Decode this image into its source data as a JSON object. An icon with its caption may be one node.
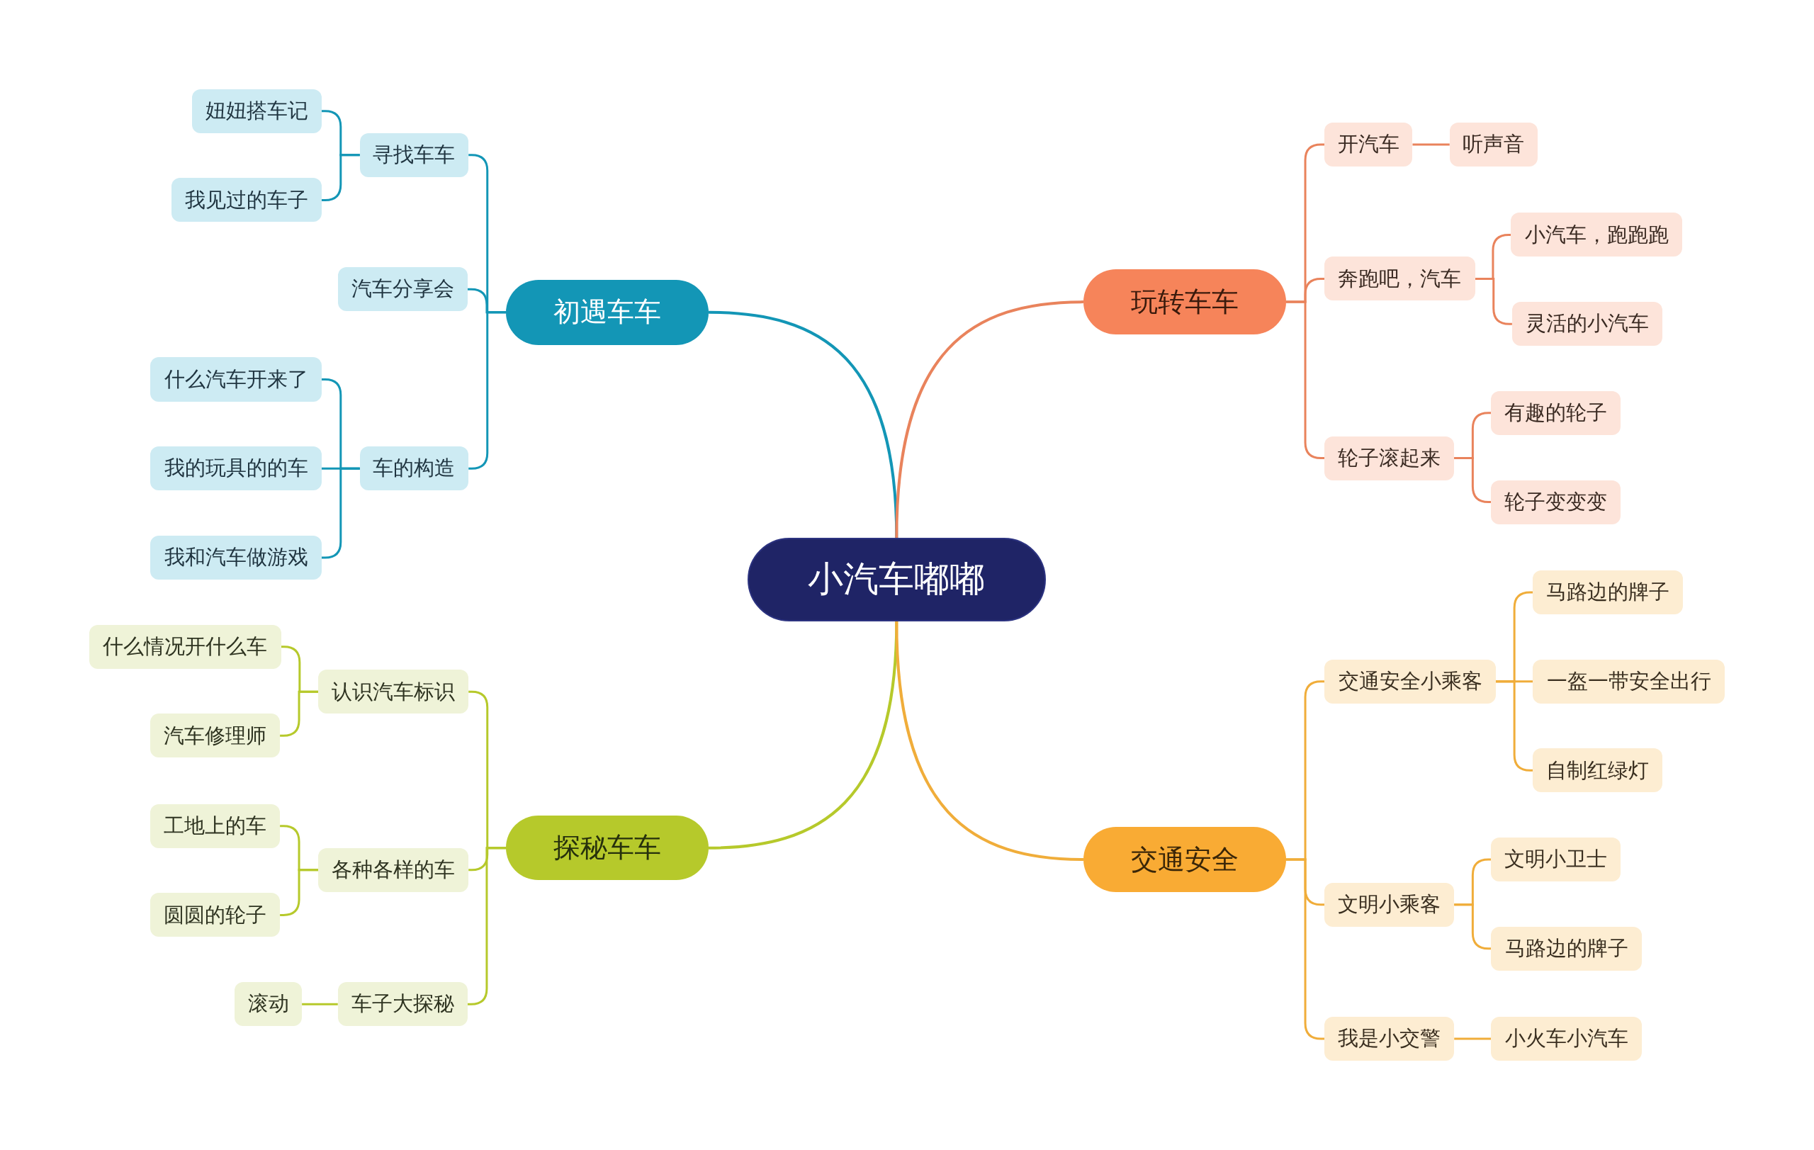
{
  "diagram": {
    "nodes": [
      {
        "text": [
          "小汽车嘟嘟"
        ]
      },
      {
        "text": [
          "初遇车车"
        ]
      },
      {
        "text": [
          "寻找车车"
        ]
      },
      {
        "text": [
          "妞妞搭车记"
        ]
      },
      {
        "text": [
          "我见过的车子"
        ]
      },
      {
        "text": [
          "汽车分享会"
        ]
      },
      {
        "text": [
          "车的构造"
        ]
      },
      {
        "text": [
          "什么汽车开来了"
        ]
      },
      {
        "text": [
          "我的玩具的的车"
        ]
      },
      {
        "text": [
          "我和汽车做游戏"
        ]
      },
      {
        "text": [
          "探秘车车"
        ]
      },
      {
        "text": [
          "认识汽车标识"
        ]
      },
      {
        "text": [
          "什么情况开什么车"
        ]
      },
      {
        "text": [
          "汽车修理师"
        ]
      },
      {
        "text": [
          "各种各样的车"
        ]
      },
      {
        "text": [
          "工地上的车"
        ]
      },
      {
        "text": [
          "圆圆的轮子"
        ]
      },
      {
        "text": [
          "车子大探秘"
        ]
      },
      {
        "text": [
          "滚动"
        ]
      },
      {
        "text": [
          "玩转车车"
        ]
      },
      {
        "text": [
          "开汽车"
        ]
      },
      {
        "text": [
          "听声音"
        ]
      },
      {
        "text": [
          "奔跑吧，汽车"
        ]
      },
      {
        "text": [
          "小汽车，跑跑跑"
        ]
      },
      {
        "text": [
          "灵活的小汽车"
        ]
      },
      {
        "text": [
          "轮子滚起来"
        ]
      },
      {
        "text": [
          "有趣的轮子"
        ]
      },
      {
        "text": [
          "轮子变变变"
        ]
      },
      {
        "text": [
          "交通安全"
        ]
      },
      {
        "text": [
          "交通安全小乘客"
        ]
      },
      {
        "text": [
          "马路边的牌子"
        ]
      },
      {
        "text": [
          "一盔一带安全出行"
        ]
      },
      {
        "text": [
          "自制红绿灯"
        ]
      },
      {
        "text": [
          "文明小乘客"
        ]
      },
      {
        "text": [
          "文明小卫士"
        ]
      },
      {
        "text": [
          "马路边的牌子"
        ]
      },
      {
        "text": [
          "我是小交警"
        ]
      },
      {
        "text": [
          "小火车小汽车"
        ]
      }
    ],
    "edges": [
      {
        "from": 0,
        "to": 1,
        "arrow": "none",
        "color": "#1396b6"
      },
      {
        "from": 0,
        "to": 10,
        "arrow": "none",
        "color": "#b6c92b"
      },
      {
        "from": 0,
        "to": 19,
        "arrow": "none",
        "color": "#e9835c"
      },
      {
        "from": 0,
        "to": 28,
        "arrow": "none",
        "color": "#f0ad3a"
      },
      {
        "from": 1,
        "to": 2,
        "arrow": "none",
        "color": "#1396b6"
      },
      {
        "from": 2,
        "to": 3,
        "arrow": "none",
        "color": "#1396b6"
      },
      {
        "from": 2,
        "to": 4,
        "arrow": "none",
        "color": "#1396b6"
      },
      {
        "from": 1,
        "to": 5,
        "arrow": "none",
        "color": "#1396b6"
      },
      {
        "from": 1,
        "to": 6,
        "arrow": "none",
        "color": "#1396b6"
      },
      {
        "from": 6,
        "to": 7,
        "arrow": "none",
        "color": "#1396b6"
      },
      {
        "from": 6,
        "to": 8,
        "arrow": "none",
        "color": "#1396b6"
      },
      {
        "from": 6,
        "to": 9,
        "arrow": "none",
        "color": "#1396b6"
      },
      {
        "from": 10,
        "to": 11,
        "arrow": "none",
        "color": "#b6c92b"
      },
      {
        "from": 11,
        "to": 12,
        "arrow": "none",
        "color": "#b6c92b"
      },
      {
        "from": 11,
        "to": 13,
        "arrow": "none",
        "color": "#b6c92b"
      },
      {
        "from": 10,
        "to": 14,
        "arrow": "none",
        "color": "#b6c92b"
      },
      {
        "from": 14,
        "to": 15,
        "arrow": "none",
        "color": "#b6c92b"
      },
      {
        "from": 14,
        "to": 16,
        "arrow": "none",
        "color": "#b6c92b"
      },
      {
        "from": 10,
        "to": 17,
        "arrow": "none",
        "color": "#b6c92b"
      },
      {
        "from": 17,
        "to": 18,
        "arrow": "none",
        "color": "#b6c92b"
      },
      {
        "from": 19,
        "to": 20,
        "arrow": "none",
        "color": "#e9835c"
      },
      {
        "from": 20,
        "to": 21,
        "arrow": "none",
        "color": "#e9835c"
      },
      {
        "from": 19,
        "to": 22,
        "arrow": "none",
        "color": "#e9835c"
      },
      {
        "from": 22,
        "to": 23,
        "arrow": "none",
        "color": "#e9835c"
      },
      {
        "from": 22,
        "to": 24,
        "arrow": "none",
        "color": "#e9835c"
      },
      {
        "from": 19,
        "to": 25,
        "arrow": "none",
        "color": "#e9835c"
      },
      {
        "from": 25,
        "to": 26,
        "arrow": "none",
        "color": "#e9835c"
      },
      {
        "from": 25,
        "to": 27,
        "arrow": "none",
        "color": "#e9835c"
      },
      {
        "from": 28,
        "to": 29,
        "arrow": "none",
        "color": "#f0ad3a"
      },
      {
        "from": 29,
        "to": 30,
        "arrow": "none",
        "color": "#f0ad3a"
      },
      {
        "from": 29,
        "to": 31,
        "arrow": "none",
        "color": "#f0ad3a"
      },
      {
        "from": 29,
        "to": 32,
        "arrow": "none",
        "color": "#f0ad3a"
      },
      {
        "from": 28,
        "to": 33,
        "arrow": "none",
        "color": "#f0ad3a"
      },
      {
        "from": 33,
        "to": 34,
        "arrow": "none",
        "color": "#f0ad3a"
      },
      {
        "from": 33,
        "to": 35,
        "arrow": "none",
        "color": "#f0ad3a"
      },
      {
        "from": 28,
        "to": 36,
        "arrow": "none",
        "color": "#f0ad3a"
      },
      {
        "from": 36,
        "to": 37,
        "arrow": "none",
        "color": "#f0ad3a"
      }
    ]
  }
}
